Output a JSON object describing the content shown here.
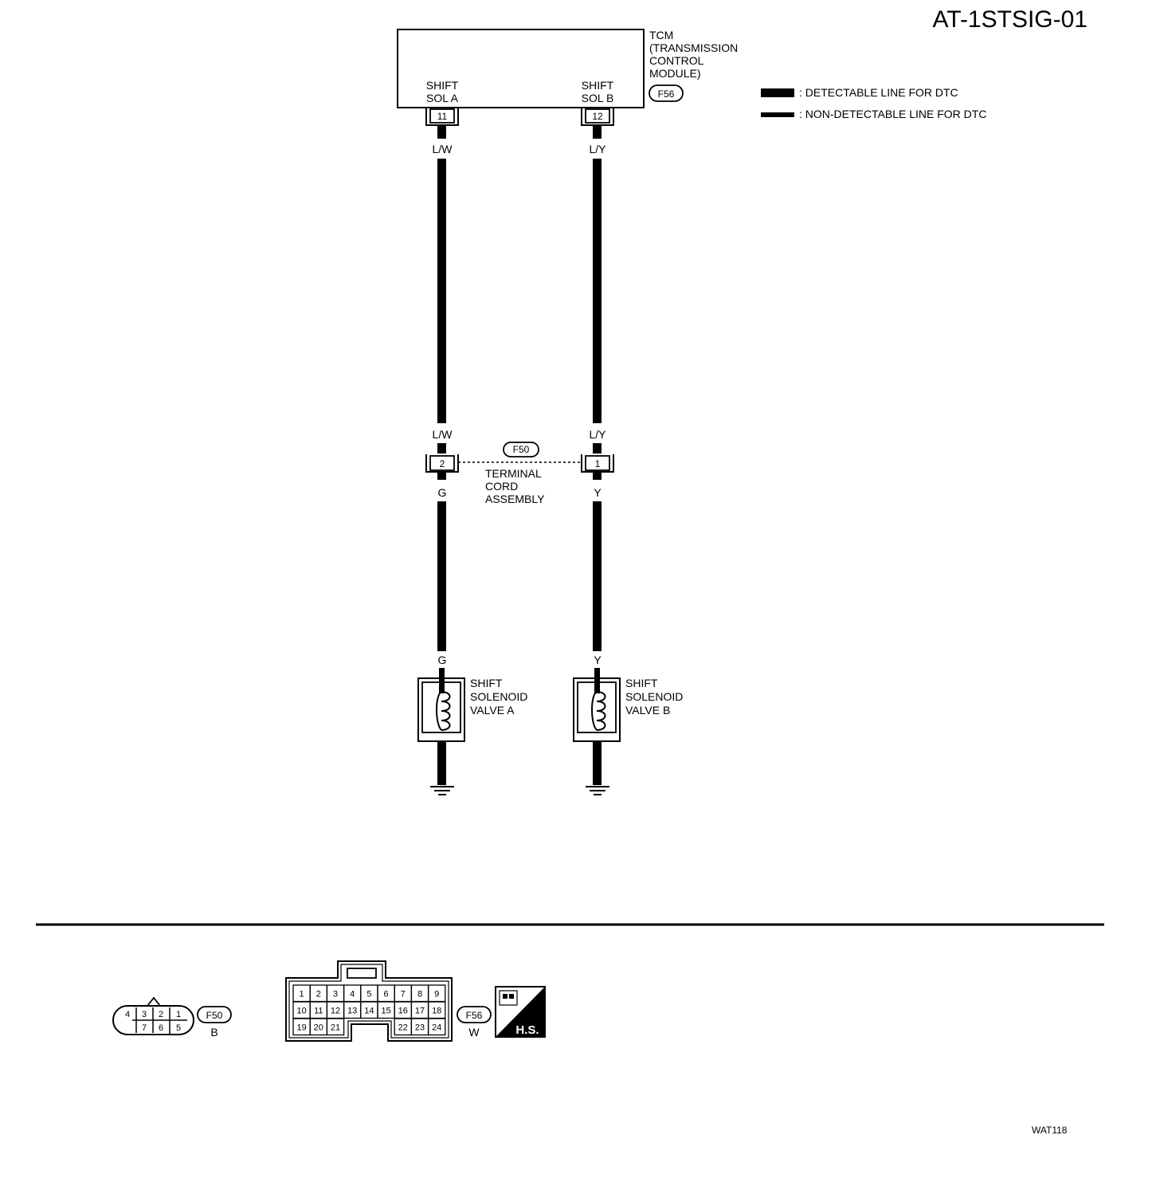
{
  "title": "AT-1STSIG-01",
  "figure_id": "WAT118",
  "tcm": {
    "label_lines": [
      "TCM",
      "(TRANSMISSION",
      "CONTROL",
      "MODULE)"
    ],
    "connector": "F56",
    "pin_a_label": [
      "SHIFT",
      "SOL A"
    ],
    "pin_b_label": [
      "SHIFT",
      "SOL B"
    ],
    "pin_a": "11",
    "pin_b": "12"
  },
  "legend": {
    "detectable": ": DETECTABLE LINE FOR DTC",
    "non_detectable": ": NON-DETECTABLE LINE FOR DTC"
  },
  "wires": {
    "a_top": "L/W",
    "b_top": "L/Y",
    "a_mid": "L/W",
    "b_mid": "L/Y",
    "a_bottom": "G",
    "b_bottom": "Y",
    "a_lower": "G",
    "b_lower": "Y"
  },
  "terminal_cord": {
    "connector": "F50",
    "pin_left": "2",
    "pin_right": "1",
    "label_lines": [
      "TERMINAL",
      "CORD",
      "ASSEMBLY"
    ]
  },
  "solenoid_a": {
    "label_lines": [
      "SHIFT",
      "SOLENOID",
      "VALVE A"
    ]
  },
  "solenoid_b": {
    "label_lines": [
      "SHIFT",
      "SOLENOID",
      "VALVE B"
    ]
  },
  "connector_views": {
    "f50": {
      "code": "F50",
      "color": "B",
      "row1": [
        "4",
        "3",
        "2",
        "1"
      ],
      "row2": [
        "7",
        "6",
        "5"
      ]
    },
    "f56": {
      "code": "F56",
      "color": "W",
      "row1": [
        "1",
        "2",
        "3",
        "4",
        "5",
        "6",
        "7",
        "8",
        "9"
      ],
      "row2": [
        "10",
        "11",
        "12",
        "13",
        "14",
        "15",
        "16",
        "17",
        "18"
      ],
      "row3_left": [
        "19",
        "20",
        "21"
      ],
      "row3_right": [
        "22",
        "23",
        "24"
      ]
    },
    "hs_badge": "H.S."
  }
}
